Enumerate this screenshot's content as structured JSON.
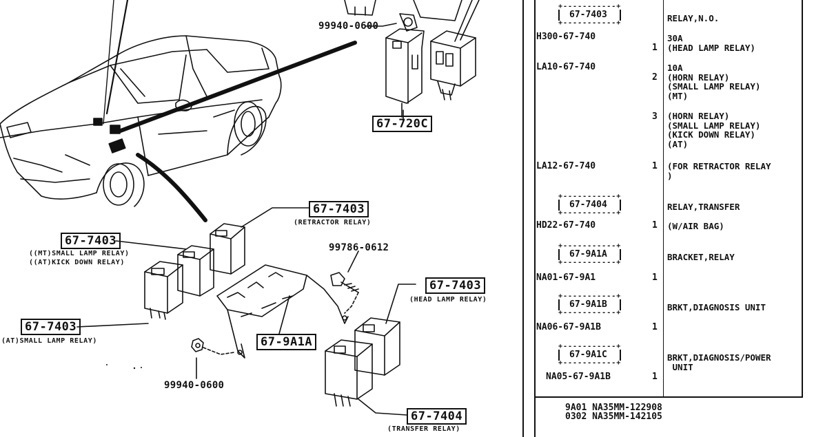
{
  "diagram": {
    "callouts": {
      "c720c": "67-720C",
      "c7403_retractor": "67-7403",
      "c7403_small_mt": "67-7403",
      "c7403_small_at": "67-7403",
      "c7403_head": "67-7403",
      "c9a1a": "67-9A1A",
      "c7404": "67-7404"
    },
    "labels": {
      "retractor": "(RETRACTOR RELAY)",
      "mt_small": "((MT)SMALL LAMP RELAY)",
      "at_kick": "((AT)KICK DOWN RELAY)",
      "at_small": "(AT)SMALL LAMP RELAY)",
      "head": "(HEAD LAMP RELAY)",
      "transfer": "(TRANSFER RELAY)"
    },
    "parts": {
      "nut_top": "99940-0600",
      "bolt": "99786-0612",
      "nut_bottom": "99940-0600"
    }
  },
  "table": {
    "rows": [
      {
        "code": "67-7403",
        "part": "H300-67-740",
        "qty": "1",
        "desc": "RELAY,N.O.",
        "desc2": "30A\n(HEAD LAMP RELAY)"
      },
      {
        "part": "LA10-67-740",
        "qty": "2",
        "desc": "10A\n(HORN RELAY)\n(SMALL LAMP RELAY)\n(MT)"
      },
      {
        "qty": "3",
        "desc": "(HORN RELAY)\n(SMALL LAMP RELAY)\n(KICK DOWN RELAY)\n(AT)"
      },
      {
        "part": "LA12-67-740",
        "qty": "1",
        "desc": "(FOR RETRACTOR RELAY\n)"
      },
      {
        "code": "67-7404",
        "part": "HD22-67-740",
        "qty": "1",
        "desc": "RELAY,TRANSFER",
        "desc2": "(W/AIR BAG)"
      },
      {
        "code": "67-9A1A",
        "part": "NA01-67-9A1",
        "qty": "1",
        "desc": "BRACKET,RELAY"
      },
      {
        "code": "67-9A1B",
        "part": "NA06-67-9A1B",
        "qty": "1",
        "desc": "BRKT,DIAGNOSIS UNIT"
      },
      {
        "code": "67-9A1C",
        "part": "NA05-67-9A1B",
        "qty": "1",
        "desc": "BRKT,DIAGNOSIS/POWER\n UNIT"
      }
    ],
    "footer": [
      "9A01 NA35MM-122908",
      "0302 NA35MM-142105"
    ]
  }
}
